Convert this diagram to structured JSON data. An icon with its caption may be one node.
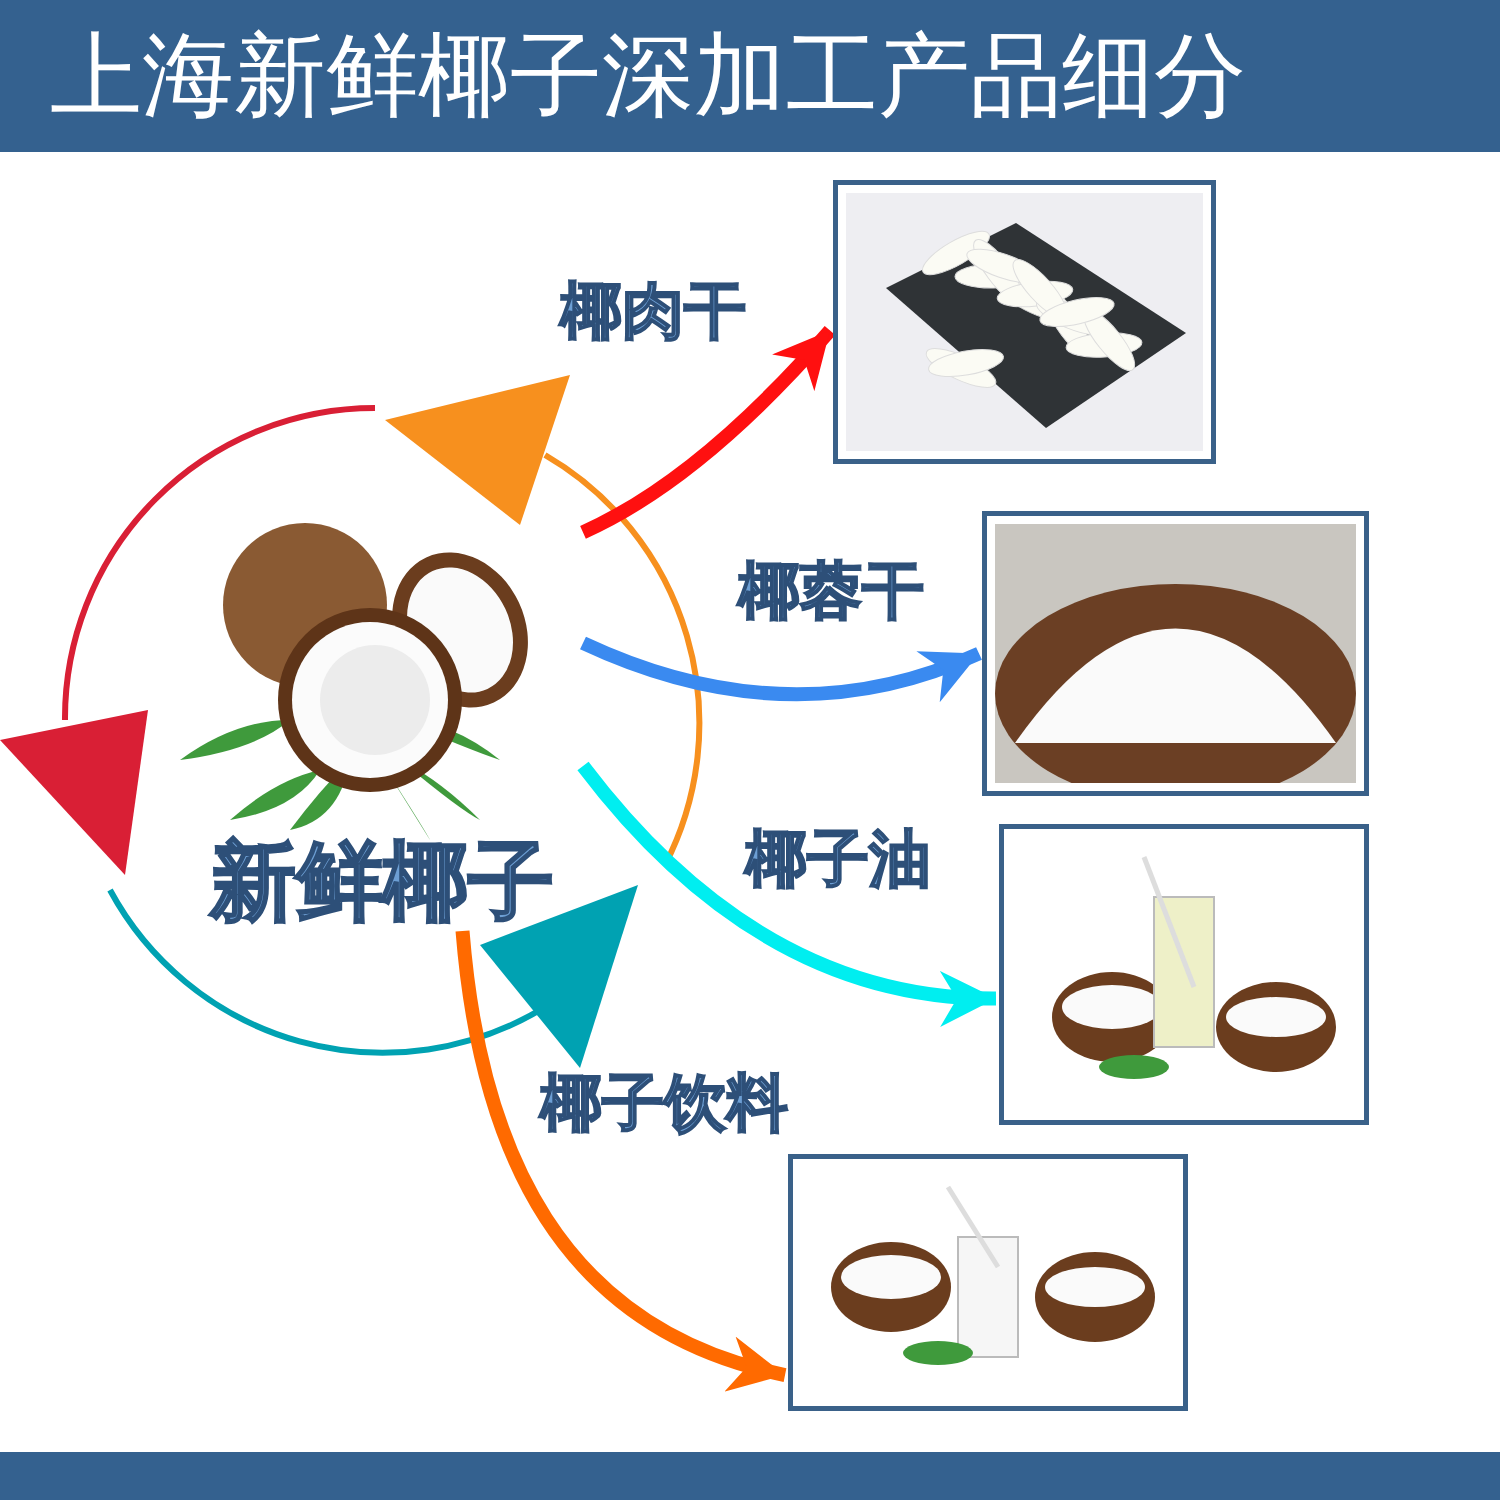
{
  "diagram": {
    "title": "上海新鲜椰子深加工产品细分",
    "nodes": [
      {
        "text": [
          "新鲜椰子"
        ]
      },
      {
        "text": [],
        "shape": "picture"
      },
      {
        "text": [],
        "shape": "picture"
      },
      {
        "text": [],
        "shape": "picture"
      },
      {
        "text": [],
        "shape": "picture"
      }
    ],
    "edges": [
      {
        "from": 0,
        "to": 1,
        "arrow": "to",
        "label": "椰肉干",
        "color": "#ff1010"
      },
      {
        "from": 0,
        "to": 2,
        "arrow": "to",
        "label": "椰蓉干",
        "color": "#3a8af0"
      },
      {
        "from": 0,
        "to": 3,
        "arrow": "to",
        "label": "椰子油",
        "color": "#00eef0"
      },
      {
        "from": 0,
        "to": 4,
        "arrow": "to",
        "label": "椰子饮料",
        "color": "#ff6a00"
      }
    ]
  }
}
